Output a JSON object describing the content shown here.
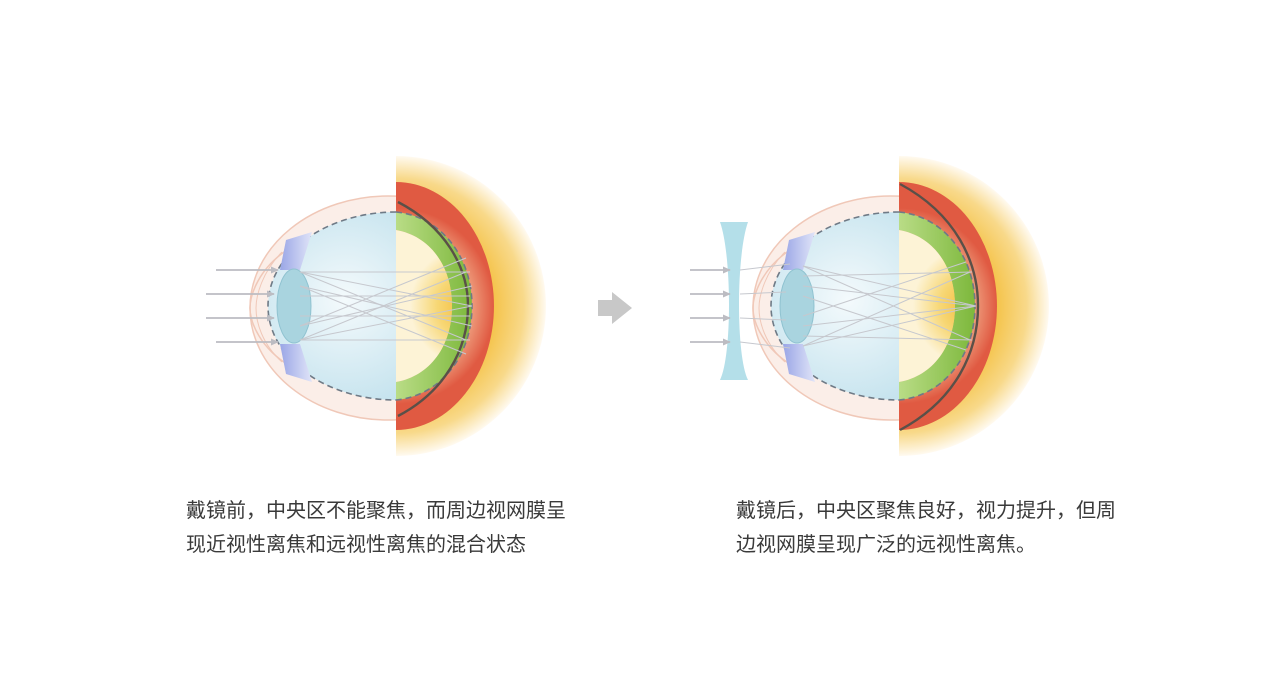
{
  "captions": {
    "before": {
      "line1": "戴镜前，中央区不能聚焦，而周边视网膜呈",
      "line2": "现近视性离焦和远视性离焦的混合状态"
    },
    "after": {
      "line1": "戴镜后，中央区聚焦良好，视力提升，但周",
      "line2": "边视网膜呈现广泛的远视性离焦。"
    }
  },
  "icons": {
    "transition": "right-arrow-icon",
    "lens": "concave-lens-icon"
  },
  "colors": {
    "arrow": "#c8c8c8",
    "light_ray": "#c2c4ca",
    "eyeball_outline": "#f0c8b8",
    "vitreous": "#d2eaf2",
    "crystalline_lens": "#a9d4df",
    "concave_lens": "#b4dfe9",
    "iris": "#b8bfe8",
    "retina_green": "#8cc24a",
    "choroid_red": "#e3654c",
    "sclera_yellow": "#f7c850",
    "macula": "#f5c040",
    "retina_line": "#5a5048"
  }
}
